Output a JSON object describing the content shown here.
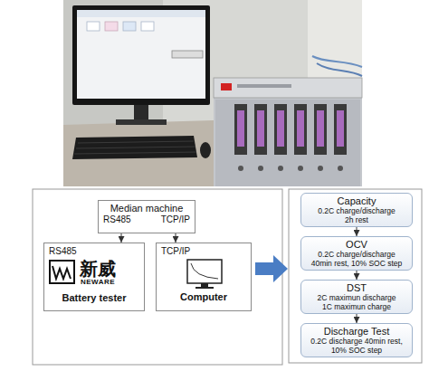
{
  "diagram": {
    "nodes": [
      {
        "text": [
          "Median machine",
          "RS485",
          "TCP/IP"
        ]
      },
      {
        "text": [
          "RS485",
          "新威",
          "NEWARE",
          "Battery tester"
        ]
      },
      {
        "text": [
          "TCP/IP",
          "Computer"
        ]
      },
      {
        "text": [
          "Capacity",
          "0.2C charge/discharge 2h rest"
        ]
      },
      {
        "text": [
          "OCV",
          "0.2C charge/discharge 40min rest, 10% SOC step"
        ]
      },
      {
        "text": [
          "DST",
          "2C maximun discharge 1C maximun charge"
        ]
      },
      {
        "text": [
          "Discharge Test",
          "0.2C discharge 40min rest, 10% SOC step"
        ]
      }
    ],
    "edges": [
      {
        "from": 0,
        "to": 1,
        "arrow": "to"
      },
      {
        "from": 0,
        "to": 2,
        "arrow": "to"
      },
      {
        "from": 3,
        "to": 4,
        "arrow": "to"
      },
      {
        "from": 4,
        "to": 5,
        "arrow": "to"
      },
      {
        "from": 5,
        "to": 6,
        "arrow": "to"
      }
    ]
  }
}
